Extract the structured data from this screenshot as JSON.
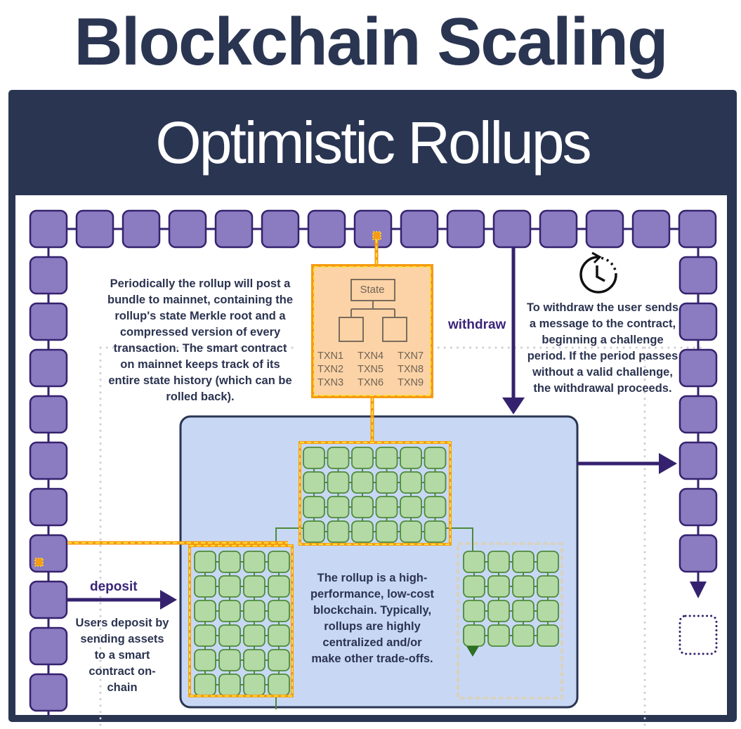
{
  "header": {
    "title": "Blockchain Scaling",
    "subtitle": "Optimistic Rollups"
  },
  "bundle": {
    "state_label": "State",
    "transactions": [
      [
        "TXN1",
        "TXN4",
        "TXN7"
      ],
      [
        "TXN2",
        "TXN5",
        "TXN8"
      ],
      [
        "TXN3",
        "TXN6",
        "TXN9"
      ]
    ]
  },
  "annotations": {
    "bundle_text": "Periodically the rollup will post a bundle to mainnet, containing the rollup's state Merkle root and a compressed version of every transaction. The smart contract on mainnet keeps track of its entire state history (which can be rolled back).",
    "withdraw_label": "withdraw",
    "withdraw_text": "To withdraw the user sends a message to the contract, beginning a challenge period. If the period passes without a valid challenge, the withdrawal proceeds.",
    "deposit_label": "deposit",
    "deposit_text": "Users deposit by sending assets to a smart contract on-chain",
    "rollup_text": "The rollup is a high-performance, low-cost blockchain. Typically, rollups are highly centralized and/or make other trade-offs."
  },
  "icons": {
    "timer": "clock-countdown-icon",
    "arrow": "arrow-right-icon",
    "pending_block": "dotted-block-icon"
  },
  "colors": {
    "navy": "#2a3552",
    "mainnet_block": "#8b7bc1",
    "mainnet_stroke": "#35226e",
    "rollup_bg": "#c8d8f4",
    "rollup_block": "#b3d9a4",
    "rollup_stroke": "#4d8a3a",
    "bundle_fill": "#fcd3a6",
    "bundle_border": "#f59b14",
    "bundle_dash": "#ffe033"
  }
}
